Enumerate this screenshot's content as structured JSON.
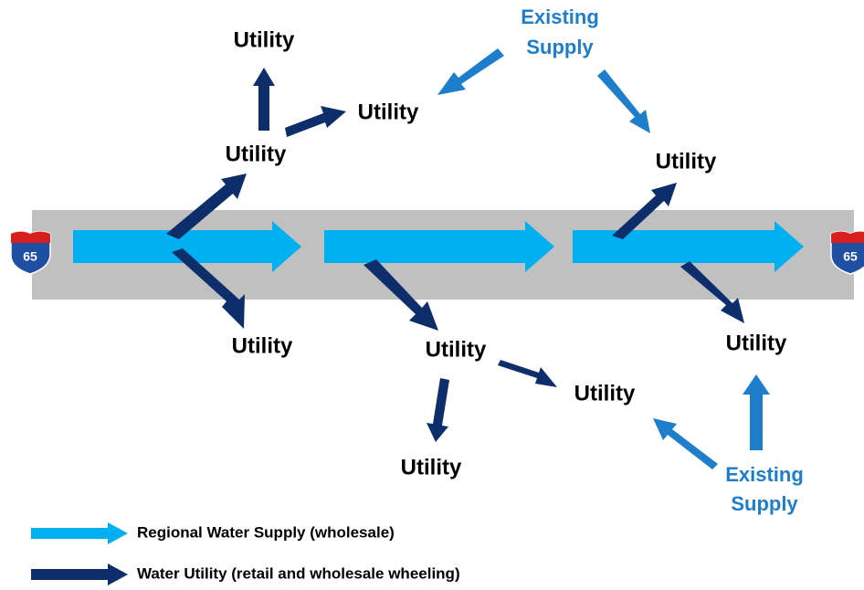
{
  "colors": {
    "regional_supply": "#00b0f0",
    "utility_flow": "#0e2d6b",
    "existing_supply": "#1e7ecb",
    "highway_band": "#c0c0c0",
    "shield_blue": "#1f4fa3",
    "shield_red": "#d7201e"
  },
  "highway": {
    "shield_left": "65",
    "shield_right": "65"
  },
  "nodes": {
    "utility_top_left": "Utility",
    "utility_left_mid": "Utility",
    "utility_center_top": "Utility",
    "utility_right_top": "Utility",
    "utility_left_bottom": "Utility",
    "utility_center_bottom": "Utility",
    "utility_center_far_bottom": "Utility",
    "utility_right_mid_bottom": "Utility",
    "utility_right_bottom": "Utility"
  },
  "supplies": {
    "top": {
      "line1": "Existing",
      "line2": "Supply"
    },
    "bottom": {
      "line1": "Existing",
      "line2": "Supply"
    }
  },
  "legend": {
    "regional": "Regional Water Supply (wholesale)",
    "utility": "Water Utility (retail and wholesale wheeling)"
  }
}
